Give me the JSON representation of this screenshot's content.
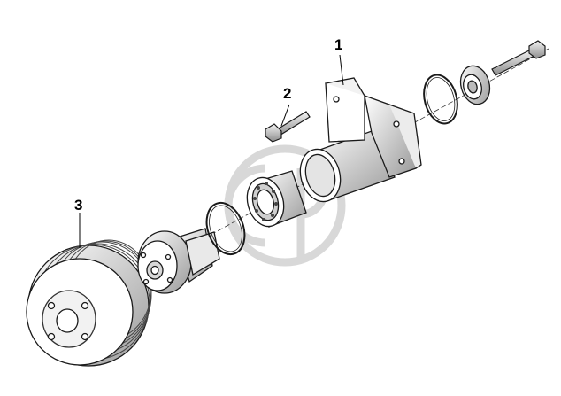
{
  "callouts": [
    {
      "label": "1"
    },
    {
      "label": "2"
    },
    {
      "label": "3"
    }
  ],
  "watermark": {
    "icon": "gp-logo-watermark",
    "color": "#d9d9d9"
  },
  "colors": {
    "line": "#1a1a1a",
    "shade": "#8a8a8a",
    "fill": "#ffffff"
  }
}
